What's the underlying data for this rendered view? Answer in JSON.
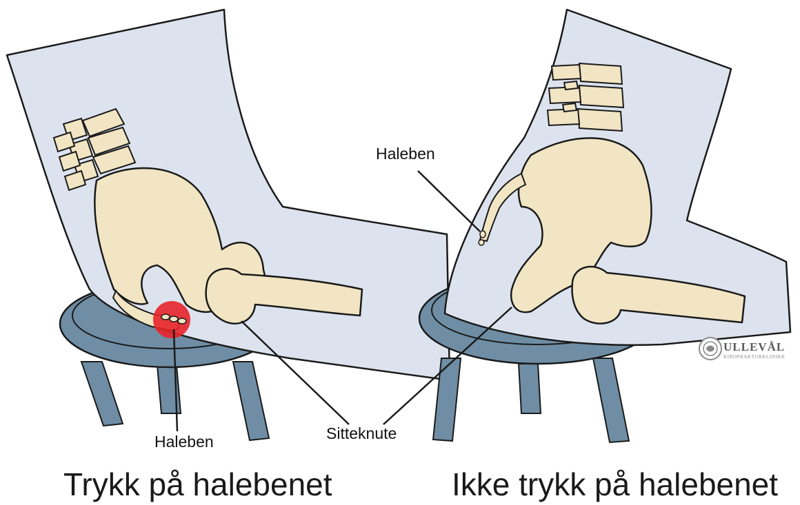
{
  "left_panel": {
    "label_coccyx": "Haleben",
    "label_sitbone": "Sitteknute",
    "caption": "Trykk på halebenet"
  },
  "right_panel": {
    "label_coccyx": "Haleben",
    "caption": "Ikke trykk på halebenet"
  },
  "logo": {
    "name": "ULLEVÅL",
    "subtitle": "KIROPRAKTORKLINIKK"
  },
  "colors": {
    "body": "#dde3ee",
    "bone": "#f1e5c3",
    "stool": "#6f8ea5",
    "pressure": "#e8242a",
    "outline": "#1a1a1a"
  }
}
